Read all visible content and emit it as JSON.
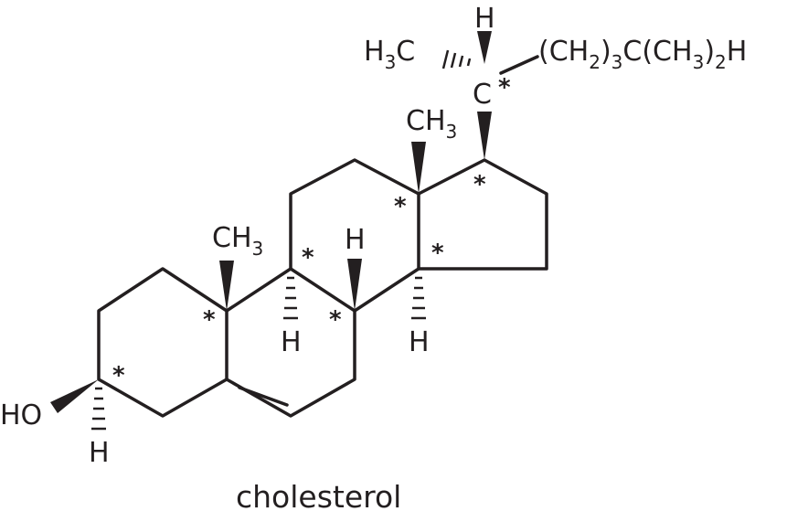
{
  "caption": "cholesterol",
  "labels": {
    "ho": "HO",
    "h_c3": "H",
    "ch3_c10": "CH",
    "ch3_c10_sub": "3",
    "h_c9": "H",
    "h_c8": "H",
    "h_c14": "H",
    "ch3_c13": "CH",
    "ch3_c13_sub": "3",
    "h_c20": "H",
    "c20": "C",
    "h3c_h": "H",
    "h3c_sub": "3",
    "h3c_c": "C",
    "chain_1": "(CH",
    "chain_sub1": "2",
    "chain_2": ")",
    "chain_sub2": "3",
    "chain_3": "C(CH",
    "chain_sub3": "3",
    "chain_4": ")",
    "chain_sub4": "2",
    "chain_5": "H"
  },
  "stereocenter_mark": "*",
  "colors": {
    "ink": "#231f20"
  }
}
